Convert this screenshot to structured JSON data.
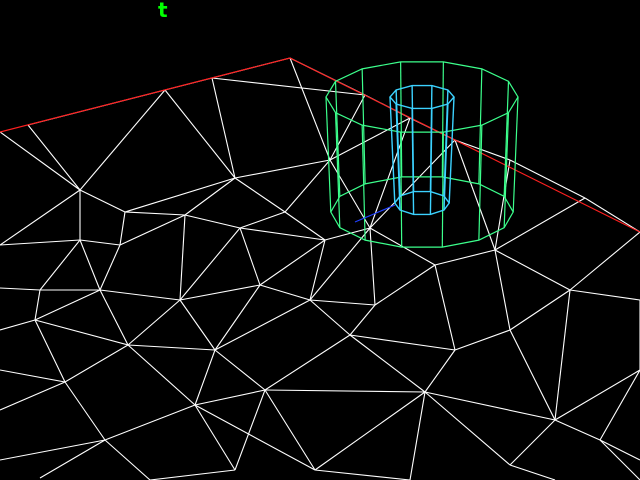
{
  "overlay": {
    "label": "t"
  },
  "colors": {
    "background": "#000000",
    "label": "#00ff00",
    "terrain_wire": "#ffffff",
    "boundary": "#ff2020",
    "outer_cylinder": "#3cff8c",
    "inner_cylinder": "#3cd2ff",
    "axis": "#2040ff"
  },
  "scene": {
    "view": "perspective-wireframe",
    "objects": [
      "terrain-mesh",
      "boundary-edge",
      "outer-cylinder",
      "inner-cylinder",
      "axis-line"
    ]
  }
}
